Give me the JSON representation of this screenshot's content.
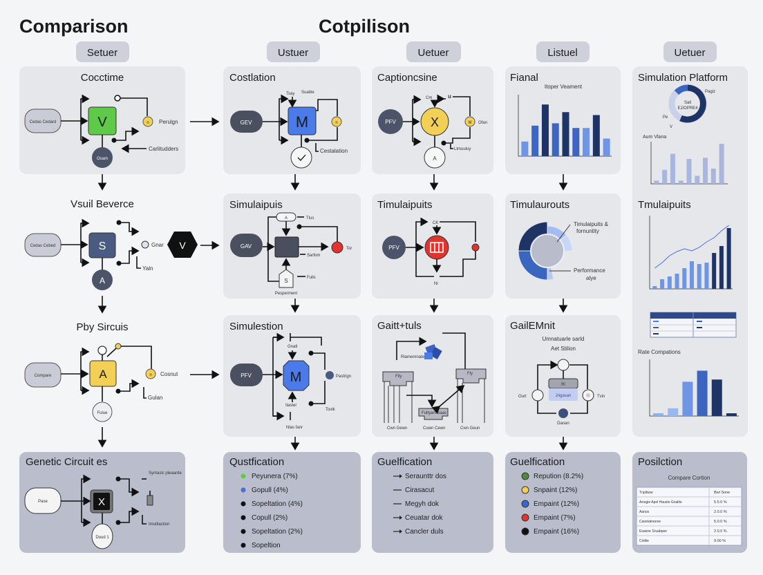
{
  "colors": {
    "panel": "#e6e7eb",
    "panel_dark": "#b9bdcc",
    "green": "#5fca4a",
    "blue": "#4a7be8",
    "yellow": "#f2cf55",
    "red": "#e2342f",
    "navy": "#1e3466",
    "slate": "#4b5468"
  },
  "header": {
    "left_title": "Comparison",
    "center_title": "Cotpilison"
  },
  "columns": [
    {
      "label": "Setuer"
    },
    {
      "label": "Ustuer"
    },
    {
      "label": "Uetuer"
    },
    {
      "label": "Listuel"
    },
    {
      "label": "Uetuer"
    }
  ],
  "col1": {
    "row1": {
      "title": "Cocctime",
      "input": "Cedas Cedard",
      "node": "V",
      "output": "Osam",
      "promoter": "n",
      "label_a": "Perulgn",
      "label_b": "Carlitudders"
    },
    "row2": {
      "title": "Vsuil Beverce",
      "input": "Cedas Cebed",
      "node": "S",
      "output": "A",
      "label_a": "Gnar",
      "label_b": "Yaln",
      "hex": "V"
    },
    "row3": {
      "title": "Pby Sircuis",
      "input": "Compare",
      "node": "A",
      "output": "Fulue",
      "promoter": "n",
      "label_a": "Cosnut",
      "label_b": "Gulan"
    },
    "row4": {
      "title": "Genetic Circuit es",
      "input": "Pase",
      "node": "X",
      "output": "Doud 1",
      "label_a": "Syntaslc pleaarde",
      "label_b": "Imutllaction"
    }
  },
  "col2": {
    "row1": {
      "title": "Costlation",
      "input": "GEV",
      "node": "M",
      "label_a": "Tsay",
      "label_b": "Suable",
      "promoter": "n",
      "label_c": "Cestalation"
    },
    "row2": {
      "title": "Simulaipuis",
      "input": "GAV",
      "top": "A",
      "label_a": "Tlus",
      "label_b": "Sarfom",
      "label_c": "Tor",
      "bottom": "S",
      "label_d": "Fulls",
      "label_e": "Pesperment"
    },
    "row3": {
      "title": "Simulestion",
      "input": "PFV",
      "node": "M",
      "label_a": "Gnatl",
      "label_b": "Pastrign",
      "label_c": "Ilaster",
      "label_d": "Toxlk",
      "label_e": "Nlas fanr"
    },
    "row4": {
      "title": "Qustfication",
      "items": [
        {
          "text": "Peyunera (7%)",
          "color": "#5fca4a"
        },
        {
          "text": "Gopull (4%)",
          "color": "#4a6ed8"
        },
        {
          "text": "Sopeltation (4%)",
          "color": "#111111"
        },
        {
          "text": "Copull (2%)",
          "color": "#111111"
        },
        {
          "text": "Sopeltation (2%)",
          "color": "#111111"
        },
        {
          "text": "Sopeltion",
          "color": "#111111"
        }
      ]
    }
  },
  "col3": {
    "row1": {
      "title": "Captioncsine",
      "input": "PFV",
      "node": "X",
      "label_a": "Cm",
      "label_b": "u",
      "promoter": "M",
      "label_c": "Ofan",
      "output": "A",
      "label_d": "Ltmuuluy"
    },
    "row2": {
      "title": "Timulaipuits",
      "input": "PFV",
      "label_a": "CK",
      "label_b": "Nl"
    },
    "row3": {
      "title": "Gaitt+tuls",
      "label_a": "Rlamemnate",
      "box_a": "Fily",
      "box_b": "Fly",
      "box_c": "Fultyarmsaas",
      "foot_a": "Cwn Gewn",
      "foot_b": "Cuwn Cewn",
      "foot_c": "Cwn Geun"
    },
    "row4": {
      "title": "Guelfication",
      "items": [
        {
          "text": "Seraunttr dos",
          "icon": "arrow-right"
        },
        {
          "text": "Cirasacut",
          "icon": "dash"
        },
        {
          "text": "Megyh dok",
          "icon": "dash"
        },
        {
          "text": "Ceuatar dok",
          "icon": "arrow-right"
        },
        {
          "text": "Cancler duls",
          "icon": "arrow-right"
        }
      ]
    }
  },
  "col4": {
    "row1": {
      "title": "Fianal",
      "subtitle": "Itoper Veament"
    },
    "row2": {
      "title": "Timulaurouts",
      "label_a": "Timulaipuits &",
      "label_b": "fornuntity",
      "label_c": "Performance",
      "label_d": "alye"
    },
    "row3": {
      "title": "GailEMnit",
      "subtitle_a": "Umnatuarle sarld",
      "subtitle_b": "Aet Stilion",
      "box_top": "Rl",
      "box_main": "Jrigasan",
      "left": "Ourt",
      "right": "Tvin",
      "bottom": "Danan"
    },
    "row4": {
      "title": "Guelfication",
      "items": [
        {
          "text": "Repution (8.2%)",
          "color": "#4d8a3a"
        },
        {
          "text": "Snpaint (12%)",
          "color": "#f2cf55"
        },
        {
          "text": "Empaint (12%)",
          "color": "#3b66d0"
        },
        {
          "text": "Empaint (7%)",
          "color": "#e2342f"
        },
        {
          "text": "Empaint (16%)",
          "color": "#111111"
        }
      ]
    }
  },
  "col5": {
    "top": {
      "title": "Simulation Platform",
      "donut_center_a": "Sall",
      "donut_center_b": "EJ/OPRE4",
      "donut_label_a": "Pagiz",
      "donut_label_b": "Pe",
      "donut_label_c": "V",
      "chart_title": "Aum Vlana"
    },
    "mid": {
      "title": "Tmulaipuits"
    },
    "bottom": {
      "title": "Rate Compations"
    },
    "row4": {
      "title": "Posilction",
      "table_title": "Compare Cortion",
      "rows": [
        [
          "Tnpllwse",
          "Bwl Sone"
        ],
        [
          "Arragie Apel Hauste Gnalite",
          "5.5.0 %"
        ],
        [
          "Aanos",
          "2.0.0 %"
        ],
        [
          "Caoelatneene",
          "5.0.0 %"
        ],
        [
          "Esaene Sruabpee",
          "2.0.0 %"
        ],
        [
          "Cintlie",
          "9.00 %"
        ]
      ]
    }
  },
  "mini_charts": {
    "col4_bars": [
      25,
      52,
      88,
      56,
      75,
      48,
      48,
      70,
      30
    ],
    "col5_top_bars": [
      8,
      35,
      75,
      8,
      62,
      20,
      65,
      38,
      100
    ],
    "col5_mid_bars": [
      4,
      14,
      18,
      22,
      30,
      40,
      36,
      38,
      52,
      62,
      88
    ],
    "col5_mid_line": [
      30,
      38,
      48,
      54,
      58,
      55,
      60,
      68,
      74,
      84,
      92
    ],
    "col5_bottom_bars": [
      5,
      14,
      62,
      82,
      66,
      5
    ],
    "col4_donut": [
      0.32,
      0.2,
      0.12,
      0.1,
      0.08
    ]
  }
}
